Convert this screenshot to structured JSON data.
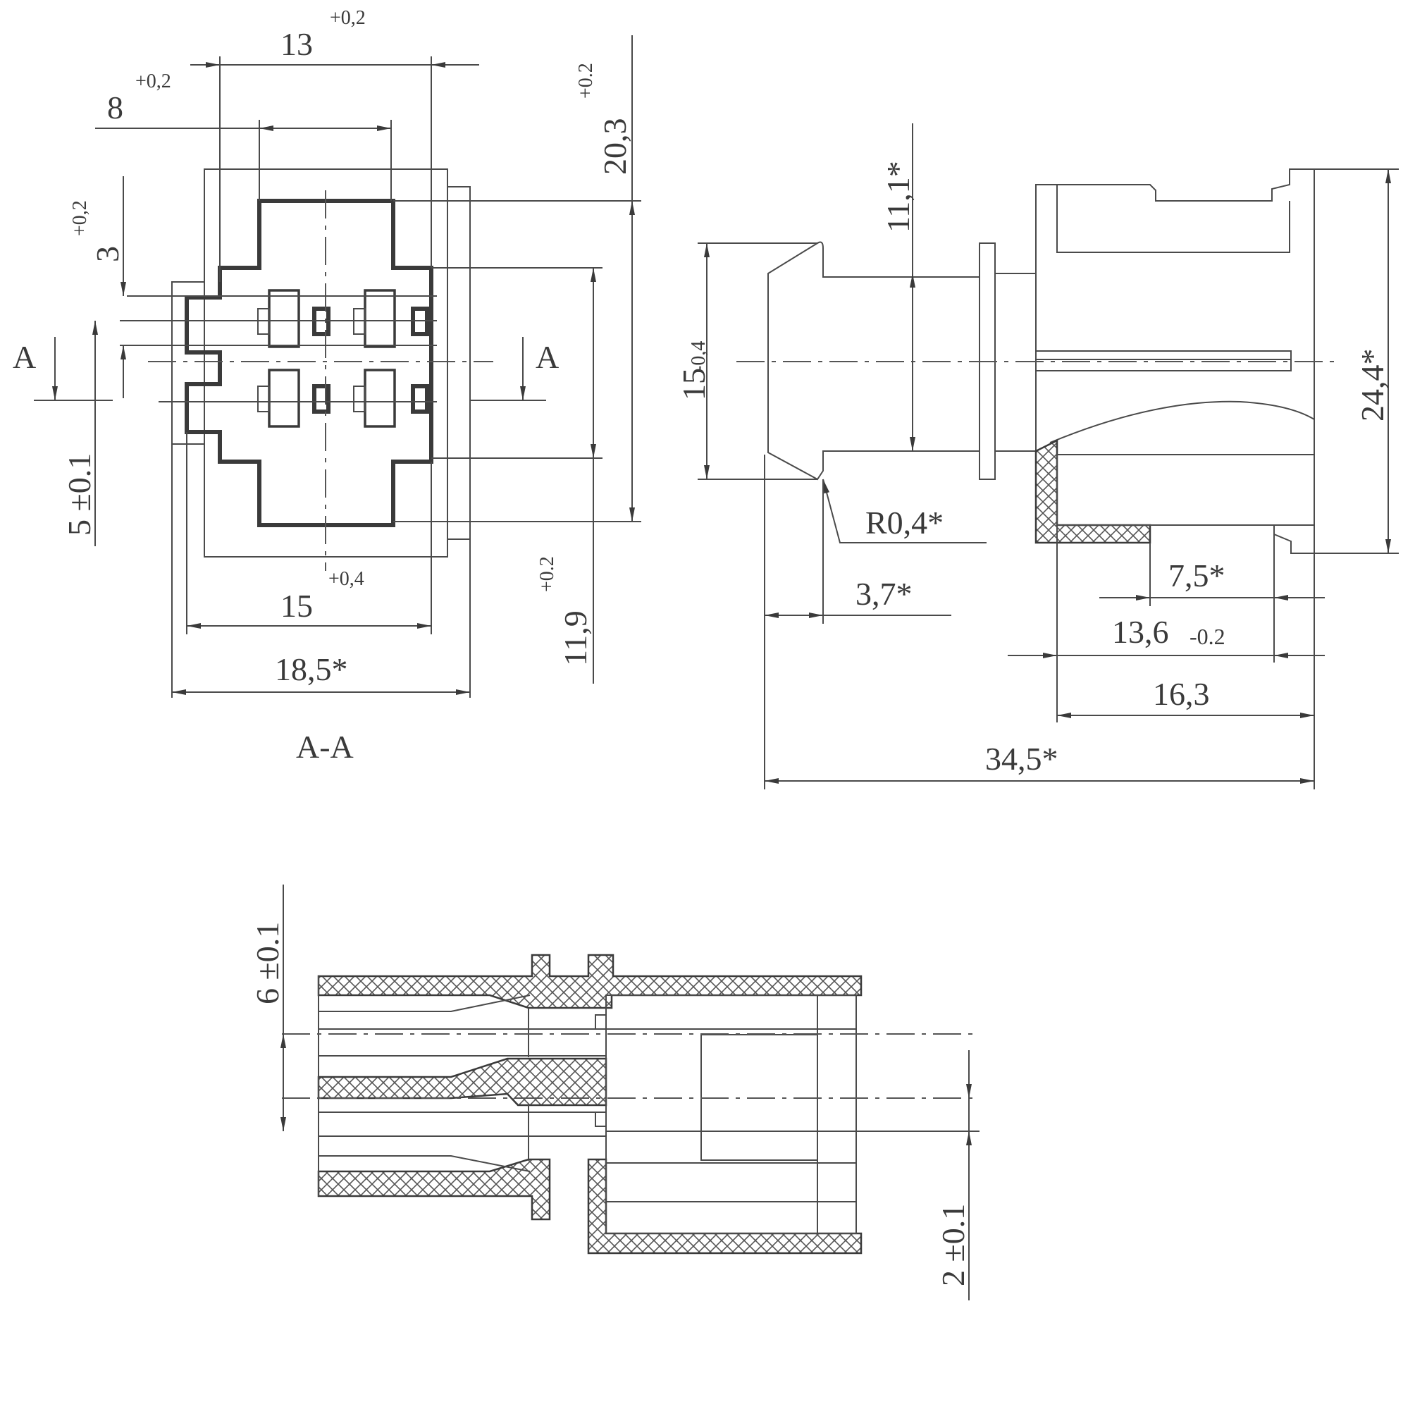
{
  "section_label": "A-A",
  "section_marks": {
    "left": "A",
    "right": "A"
  },
  "front_view": {
    "dim_13": "13",
    "tol_13": "+0,2",
    "dim_8": "8",
    "tol_8": "+0,2",
    "dim_3": "3",
    "tol_3": "+0,2",
    "dim_5": "5 ±0.1",
    "dim_20_3": "20,3",
    "tol_20_3": "+0.2",
    "dim_11_9": "11,9",
    "tol_11_9": "+0.2",
    "dim_15": "15",
    "tol_15": "+0,4",
    "dim_18_5": "18,5*"
  },
  "side_view": {
    "dim_11_1": "11,1*",
    "dim_15": "15",
    "tol_15": "-0,4",
    "dim_24_4": "24,4*",
    "radius": "R0,4*",
    "dim_3_7": "3,7*",
    "dim_7_5": "7,5*",
    "dim_13_6": "13,6",
    "tol_13_6": "-0.2",
    "dim_16_3": "16,3",
    "dim_34_5": "34,5*"
  },
  "bottom_view": {
    "dim_6": "6 ±0.1",
    "dim_2": "2 ±0.1"
  }
}
